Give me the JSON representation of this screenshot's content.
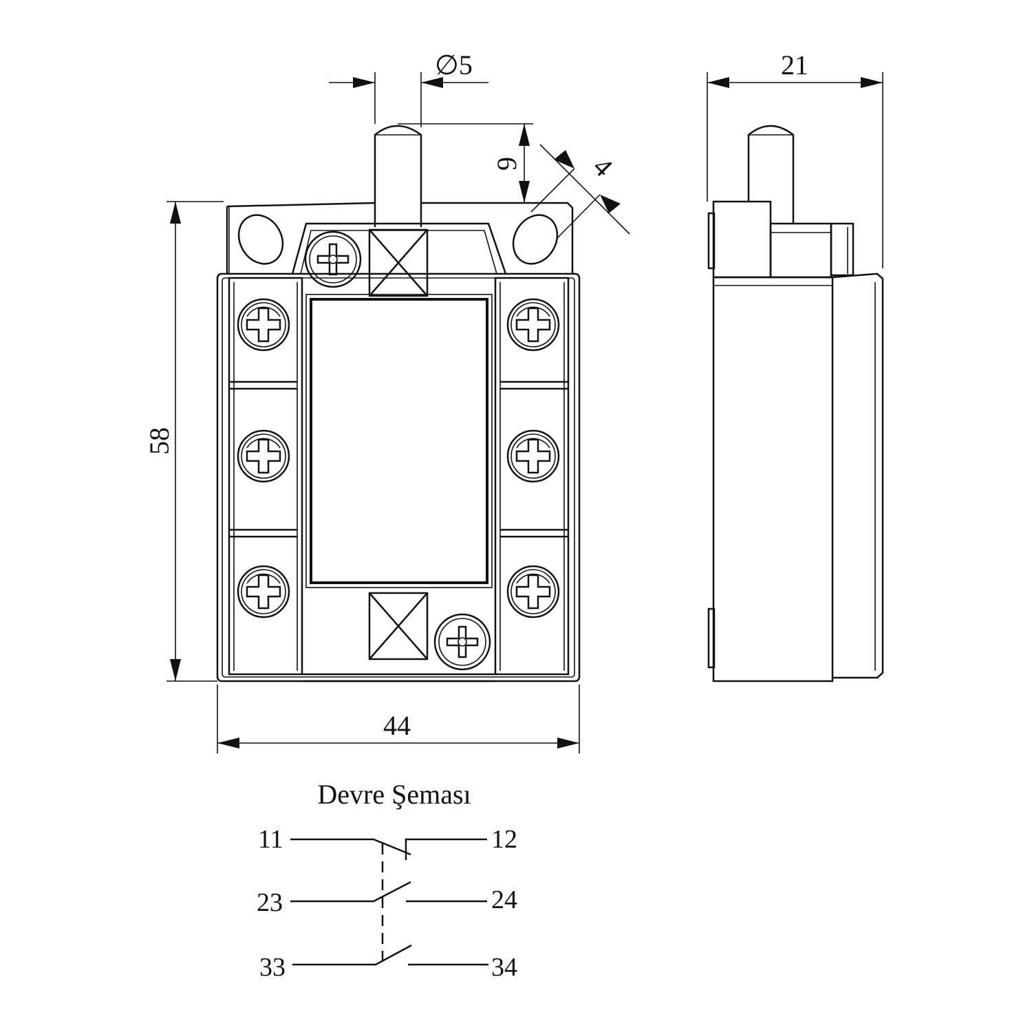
{
  "dimensions": {
    "pin_diameter": "∅5",
    "pin_height": "9",
    "offset": "4",
    "height": "58",
    "width": "44",
    "depth": "21"
  },
  "schematic": {
    "title": "Devre Şeması",
    "contacts": [
      {
        "left": "11",
        "right": "12",
        "type": "normally-closed"
      },
      {
        "left": "23",
        "right": "24",
        "type": "normally-open"
      },
      {
        "left": "33",
        "right": "34",
        "type": "normally-open"
      }
    ]
  },
  "icons": {
    "screw": "phillips-screw-icon",
    "bolt": "cross-slot-screw-icon"
  }
}
